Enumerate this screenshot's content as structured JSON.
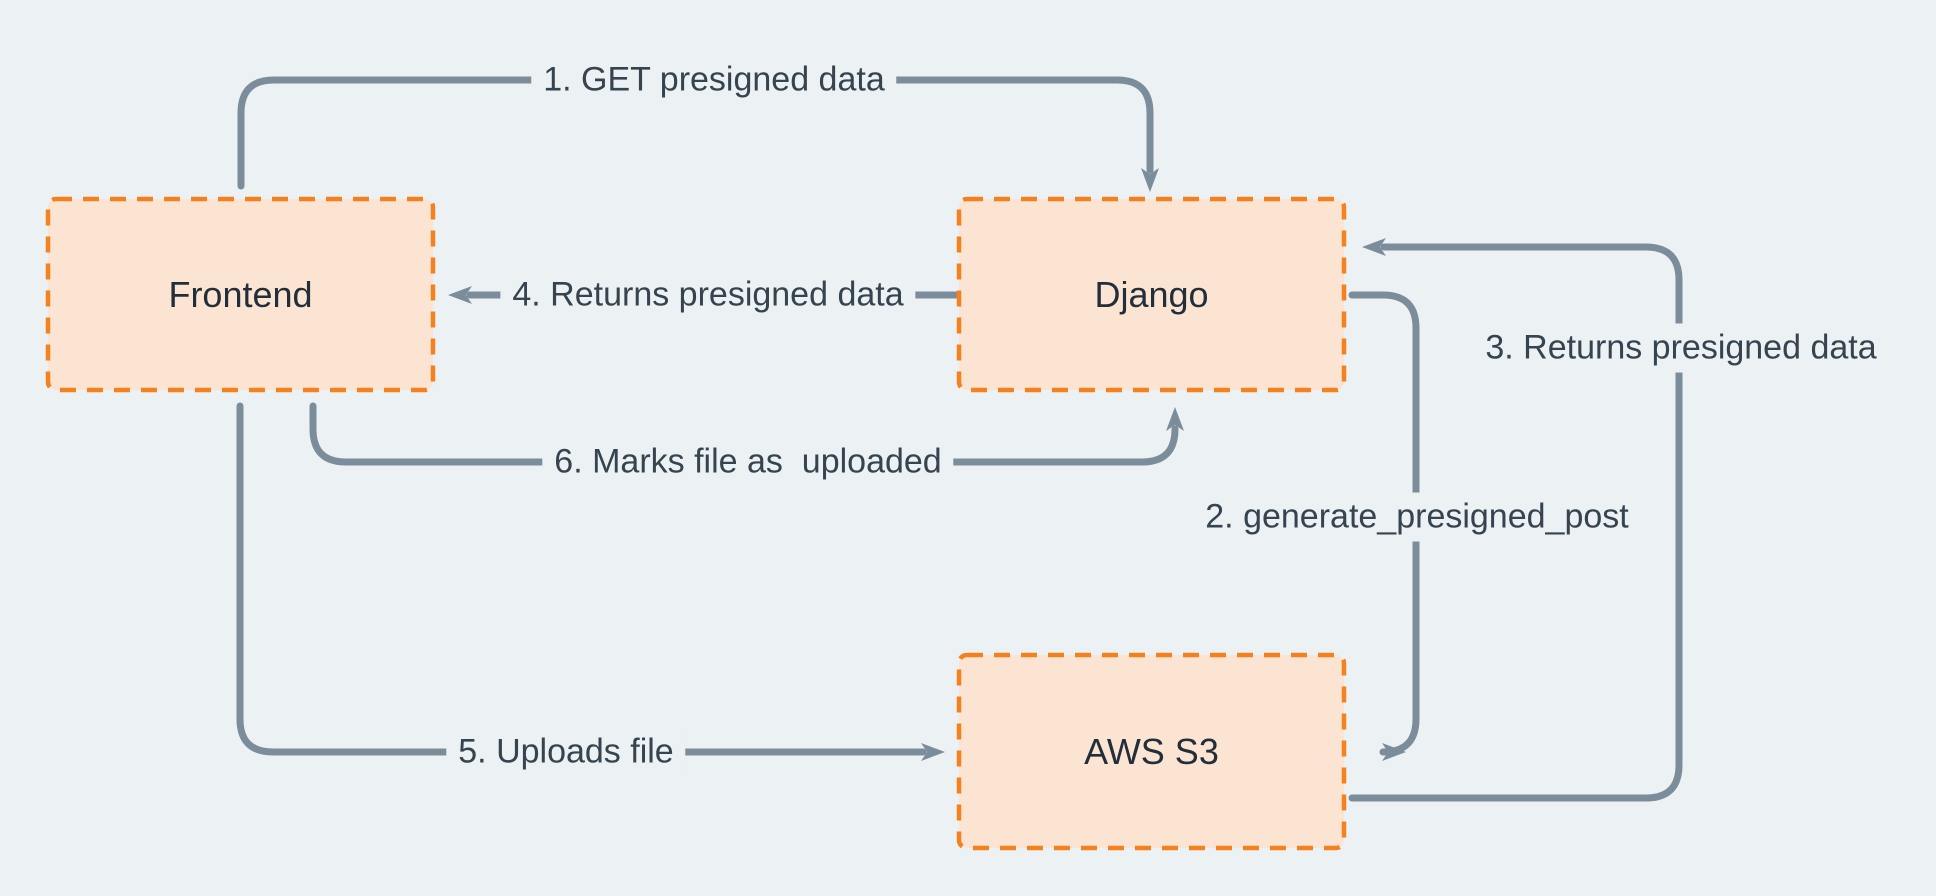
{
  "diagram": {
    "description": "Presigned upload flow between Frontend, Django and AWS S3",
    "colors": {
      "background": "#ECF1F4",
      "node_fill": "#FBE4D2",
      "node_border": "#F5811E",
      "arrow": "#7B8D9A",
      "edge_label_text": "#35444F",
      "node_label_text": "#222E3A"
    },
    "nodes": [
      {
        "id": "frontend",
        "label": "Frontend"
      },
      {
        "id": "django",
        "label": "Django"
      },
      {
        "id": "aws-s3",
        "label": "AWS S3"
      }
    ],
    "edges": [
      {
        "step": 1,
        "from": "frontend",
        "to": "django",
        "label": "1. GET presigned data"
      },
      {
        "step": 2,
        "from": "django",
        "to": "aws-s3",
        "label": "2. generate_presigned_post"
      },
      {
        "step": 3,
        "from": "aws-s3",
        "to": "django",
        "label": "3. Returns presigned data"
      },
      {
        "step": 4,
        "from": "django",
        "to": "frontend",
        "label": "4. Returns presigned data"
      },
      {
        "step": 5,
        "from": "frontend",
        "to": "aws-s3",
        "label": "5. Uploads file"
      },
      {
        "step": 6,
        "from": "frontend",
        "to": "django",
        "label": "6. Marks file as  uploaded"
      }
    ]
  }
}
